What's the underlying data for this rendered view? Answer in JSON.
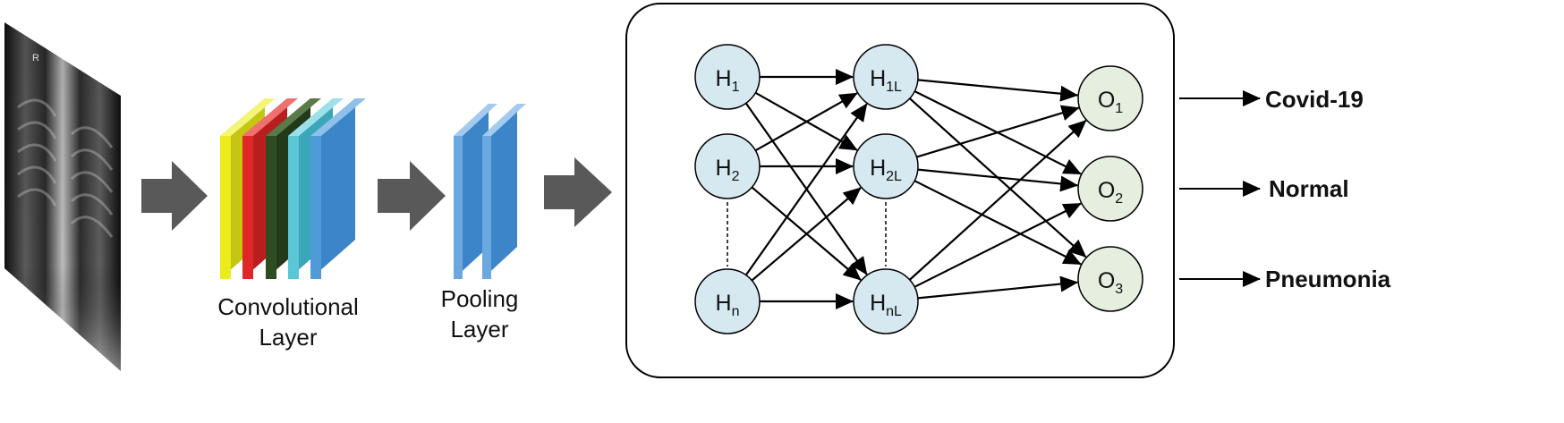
{
  "conv_label": {
    "line1": "Convolutional",
    "line2": "Layer"
  },
  "pool_label": {
    "line1": "Pooling",
    "line2": "Layer"
  },
  "xray_marker": "R",
  "hidden1": [
    {
      "base": "H",
      "sub": "1"
    },
    {
      "base": "H",
      "sub": "2"
    },
    {
      "base": "H",
      "sub": "n"
    }
  ],
  "hidden2": [
    {
      "base": "H",
      "sub": "1L"
    },
    {
      "base": "H",
      "sub": "2L"
    },
    {
      "base": "H",
      "sub": "nL"
    }
  ],
  "outputs": [
    {
      "base": "O",
      "sub": "1"
    },
    {
      "base": "O",
      "sub": "2"
    },
    {
      "base": "O",
      "sub": "3"
    }
  ],
  "classes": [
    "Covid-19",
    "Normal",
    "Pneumonia"
  ],
  "colors": {
    "hidden_fill": "#d6e9f0",
    "output_fill": "#e6efdf",
    "arrow_gray": "#595959",
    "conv_yellow": "#ecec1c",
    "conv_red": "#e02727",
    "conv_dark_green": "#2f4d22",
    "conv_cyan": "#5bc6d6",
    "pool_blue": "#3d85c9"
  }
}
